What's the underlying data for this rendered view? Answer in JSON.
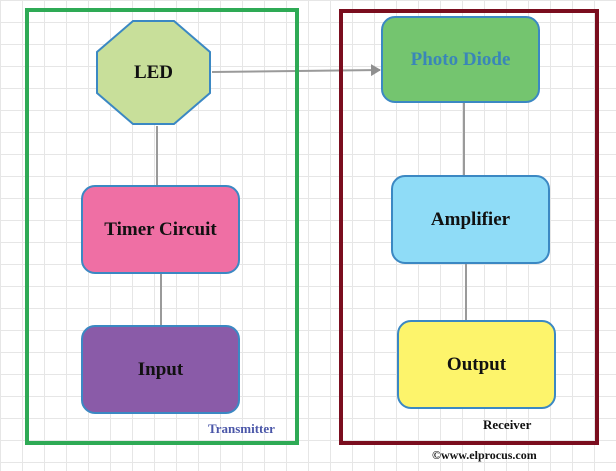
{
  "transmitter": {
    "caption": "Transmitter",
    "nodes": {
      "led": "LED",
      "timer": "Timer Circuit",
      "input": "Input"
    }
  },
  "receiver": {
    "caption": "Receiver",
    "nodes": {
      "photo_diode": "Photo Diode",
      "amplifier": "Amplifier",
      "output": "Output"
    }
  },
  "copyright": "©www.elprocus.com",
  "colors": {
    "transmitter_frame": "#2eaa55",
    "receiver_frame": "#7a0d1e",
    "led": "#c8df9a",
    "timer": "#ef6fa4",
    "input": "#8a5ba8",
    "photo_diode": "#74c56f",
    "amplifier": "#8fdcf7",
    "output": "#fdf46b",
    "connector": "#9a9a9a"
  }
}
